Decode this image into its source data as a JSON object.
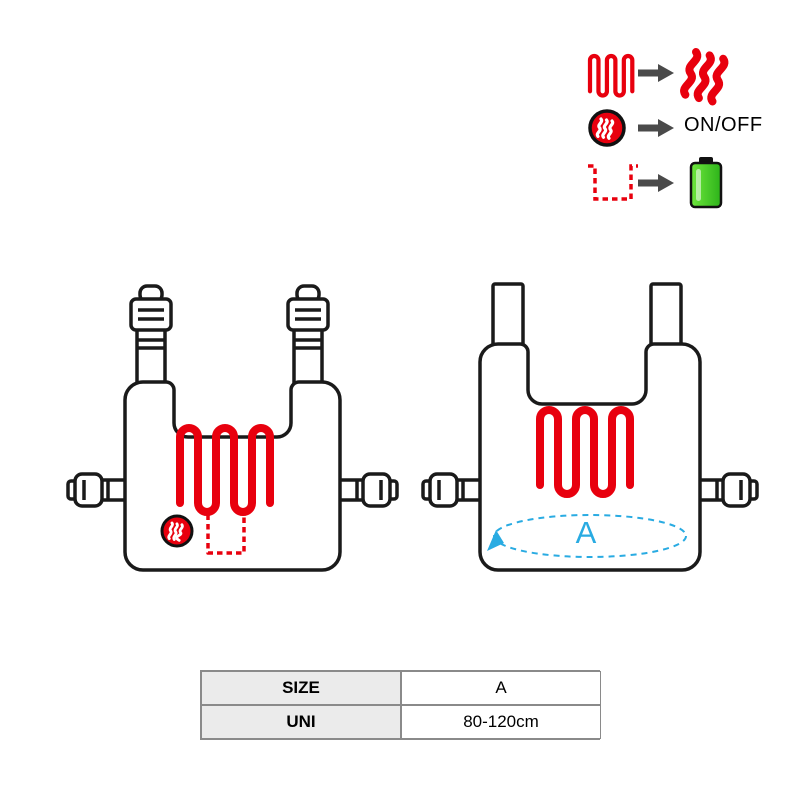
{
  "legend": {
    "rows": [
      {
        "icon": "heating-element-icon",
        "arrow": "arrow-right-icon",
        "result": "heat-waves-icon"
      },
      {
        "icon": "power-button-icon",
        "arrow": "arrow-right-icon",
        "result": "text"
      },
      {
        "icon": "battery-pocket-icon",
        "arrow": "arrow-right-icon",
        "result": "battery-icon"
      }
    ],
    "on_off_label": "ON/OFF"
  },
  "vest_left": {
    "features": [
      "heating-element",
      "power-button",
      "battery-pocket"
    ]
  },
  "vest_right": {
    "features": [
      "heating-element",
      "circumference-measurement"
    ],
    "measurement_label": "A"
  },
  "table": {
    "rows": [
      {
        "header": "SIZE",
        "value": "A"
      },
      {
        "header": "UNI",
        "value": "80-120cm"
      }
    ]
  },
  "colors": {
    "red": "#e8000e",
    "cyan": "#29abe2",
    "green": "#44d62c",
    "outline": "#1a1a1a",
    "arrow": "#4a4a4a"
  }
}
